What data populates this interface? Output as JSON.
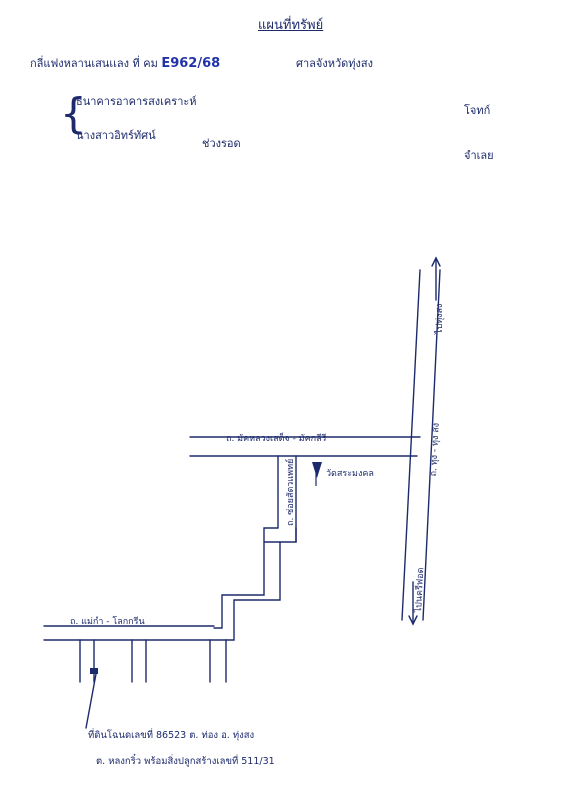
{
  "header": {
    "title": "แผนที่ทรัพย์",
    "line1_prefix": "กลี่แฟงหลานเสนเเลง ที่ คม",
    "case_no": "E962/68",
    "court": "ศาลจังหวัดทุ่งสง",
    "party1": "ธนาคารอาคารสงเคราะห์",
    "party2": "นางสาวอิทร์ทัศน์",
    "middle_role": "ช่วงรอด",
    "role1": "โจทก์",
    "role2": "จำเลย"
  },
  "map": {
    "road_top": "ถ. มัคหลวงเสด็จ - มัคกลีรี",
    "road_right_top": "ไปทุ่งสง",
    "road_right_mid": "ถ. ทุ่ง - ทุ่ง สง",
    "road_right_bottom": "ไปนครีฟอด",
    "road_side": "ถ. ซ่อยสัตวแพทย์",
    "temple": "วัดสระมงคล",
    "road_left": "ถ. แม่กำ - โลกกรีน",
    "north_arrow": "↕"
  },
  "footer": {
    "line1": "ที่ดินโฉนดเลขที่ 86523 ต. ท่อง อ. ทุ่งสง",
    "line2": "ต. หลงกริ๋ว พร้อมสิ่งปลูกสร้างเลขที่ 511/31"
  }
}
